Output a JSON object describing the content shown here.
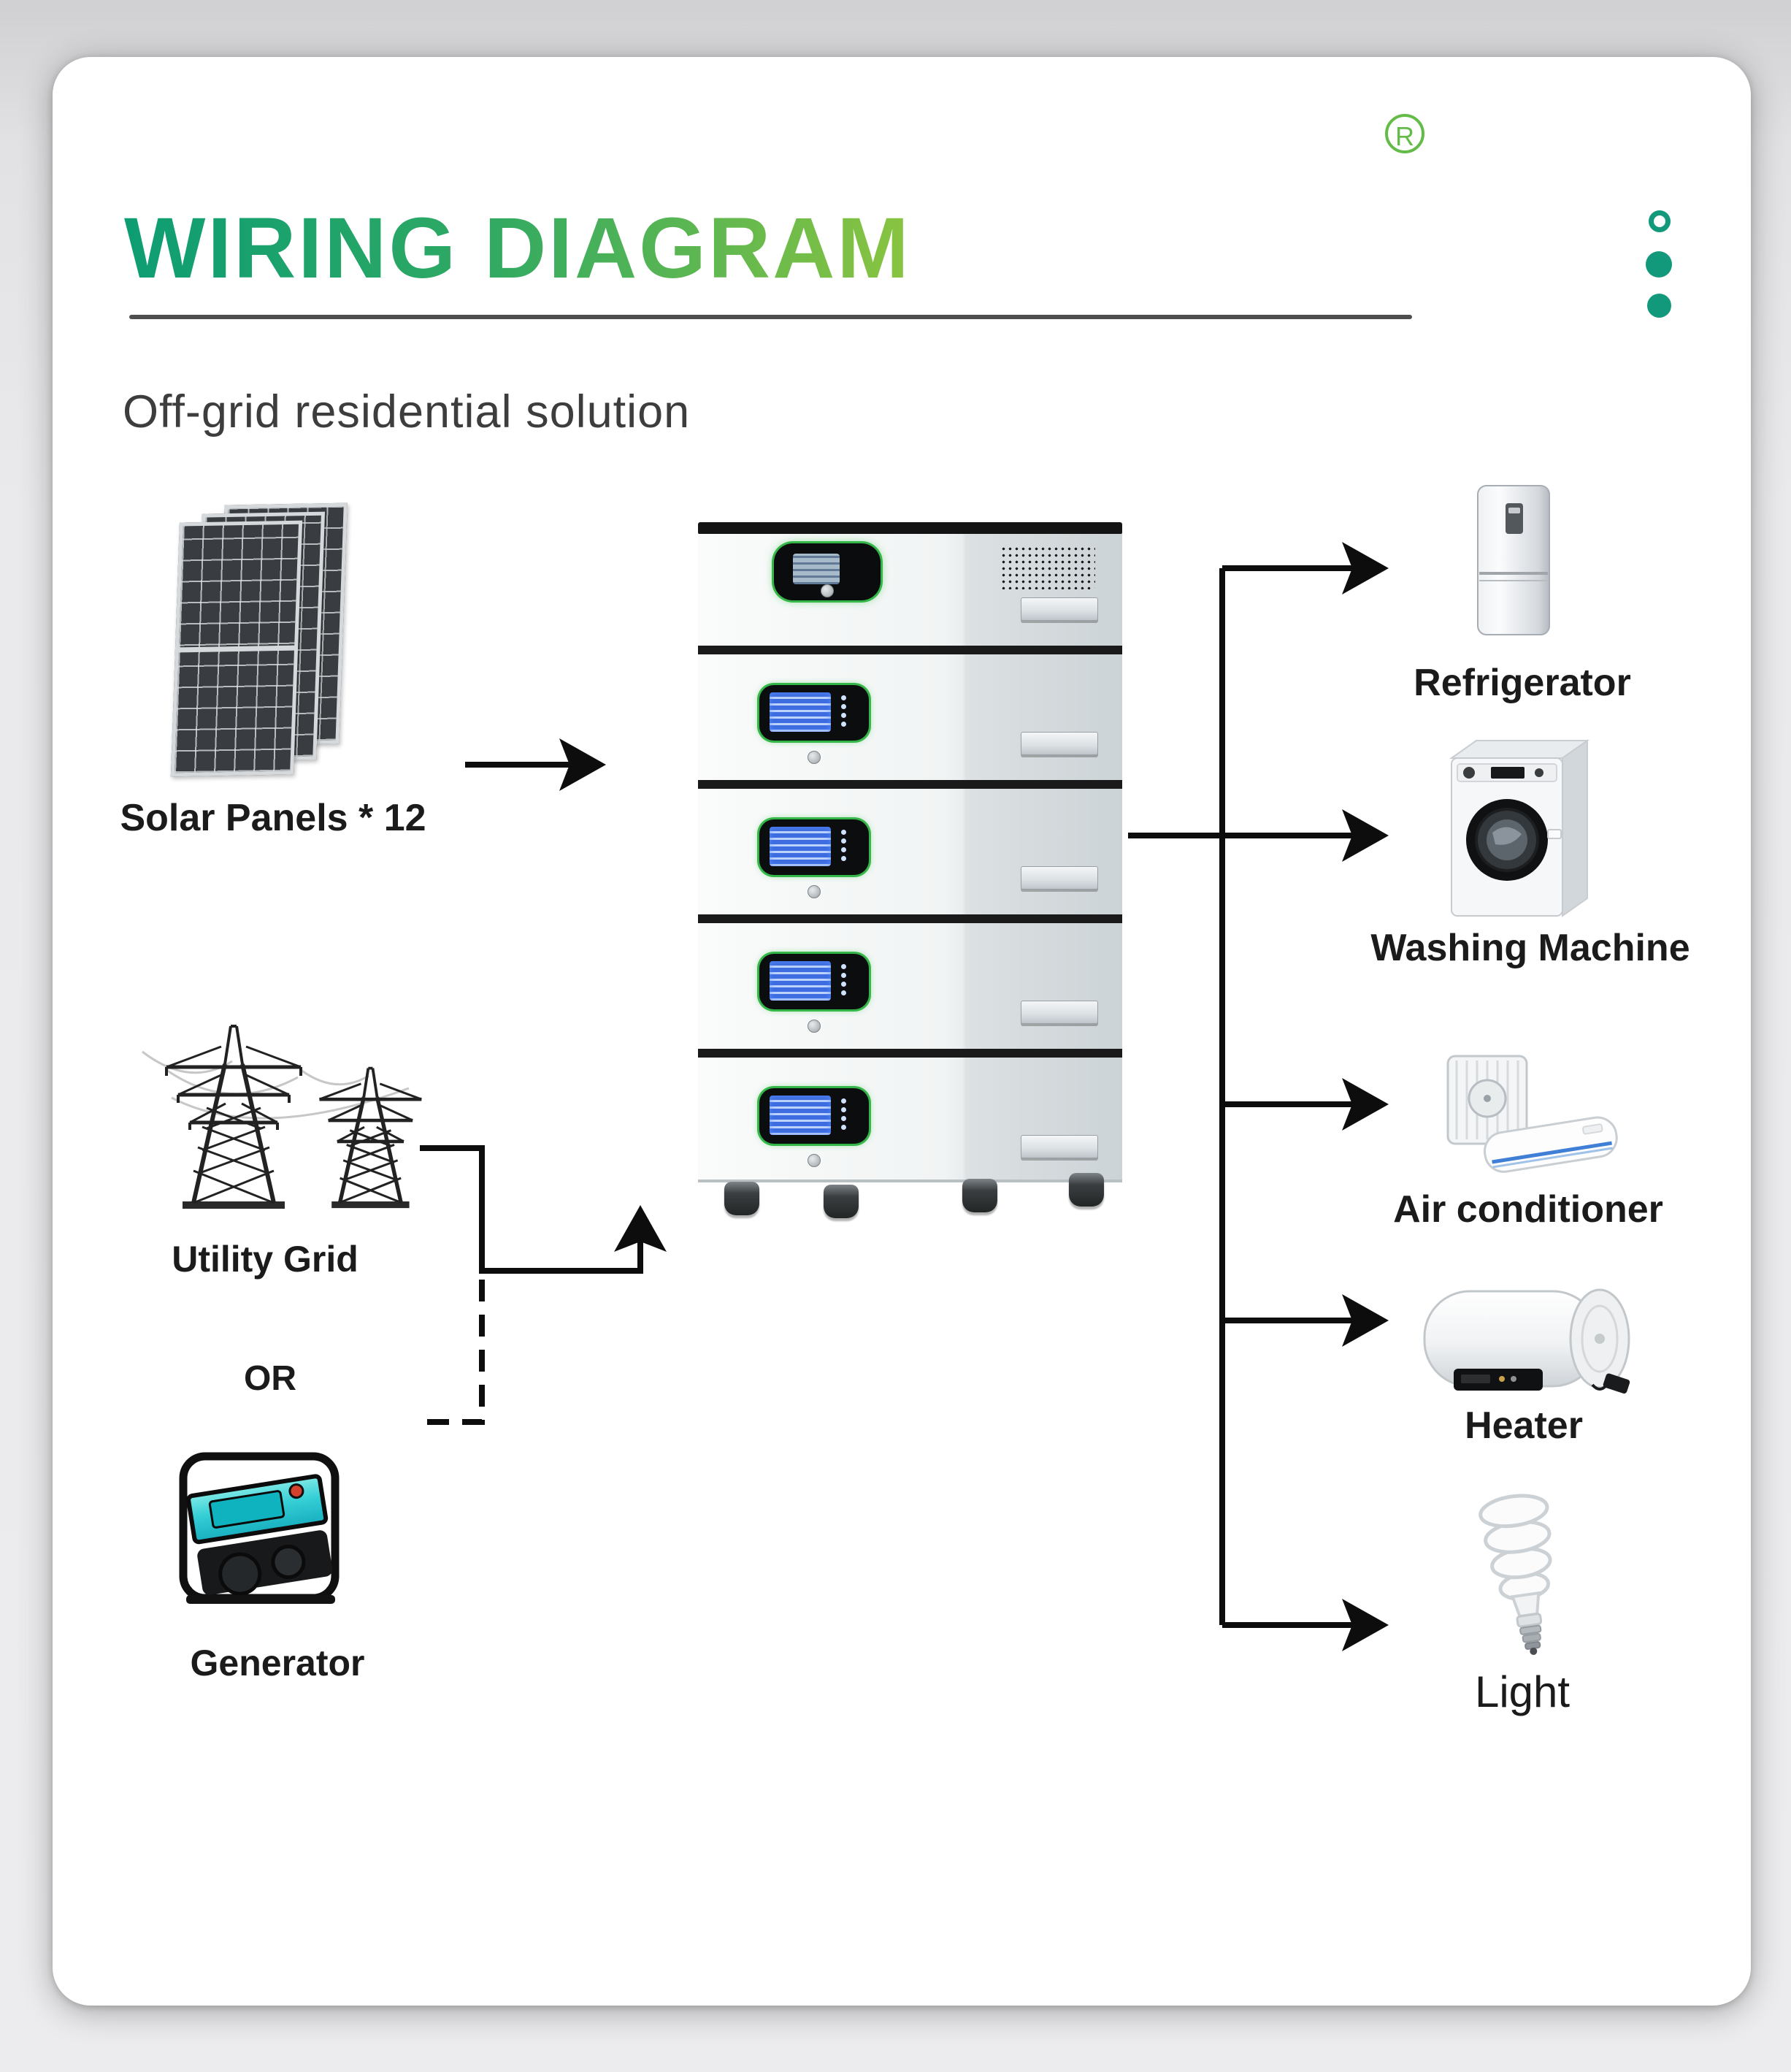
{
  "page": {
    "title": "WIRING DIAGRAM",
    "subtitle": "Off-grid residential solution",
    "registered_mark": "R"
  },
  "colors": {
    "title_gradient_start": "#0D9D73",
    "title_gradient_end": "#8AC440",
    "accent_teal": "#12997B",
    "registered_green": "#63BB48",
    "wire_black": "#0D0D0D",
    "label_color": "#1B1B1B",
    "battery_led_green": "#35B649",
    "lcd_blue": "#3D6DE0",
    "generator_teal": "#35CFD6",
    "card_background": "#FFFFFF",
    "page_background": "#ECECEE"
  },
  "sources": {
    "solar": {
      "label": "Solar Panels * 12"
    },
    "utility": {
      "label": "Utility Grid"
    },
    "alternative_text": "OR",
    "generator": {
      "label": "Generator"
    }
  },
  "battery": {
    "module_count": 5
  },
  "loads": [
    {
      "label": "Refrigerator"
    },
    {
      "label": "Washing Machine"
    },
    {
      "label": "Air conditioner"
    },
    {
      "label": "Heater"
    },
    {
      "label": "Light"
    }
  ]
}
